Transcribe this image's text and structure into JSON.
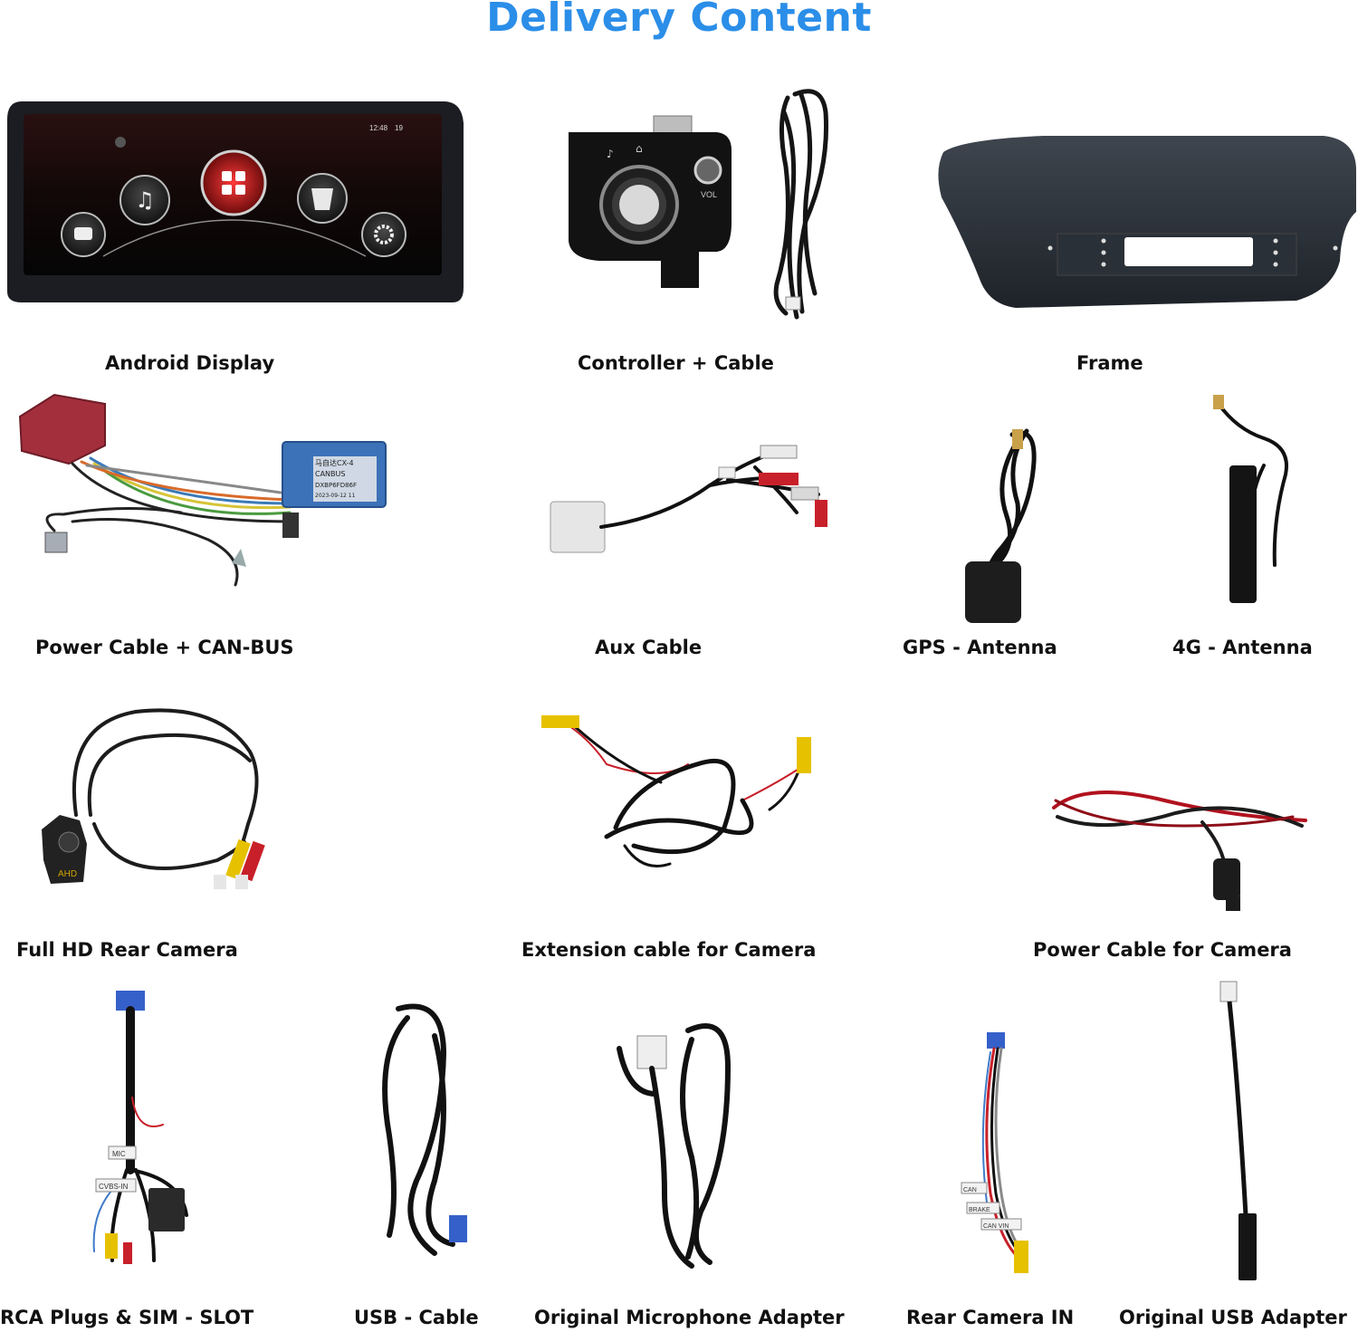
{
  "title": "Delivery Content",
  "display_status": {
    "time": "12:48",
    "volume": "19"
  },
  "controller": {
    "vol_label": "VOL"
  },
  "canbus_box": {
    "line1": "马自达CX-4",
    "line2": "CANBUS",
    "line3": "DXBP6FD86F",
    "line4": "2023-09-12 11"
  },
  "camera_badge": "AHD",
  "cable_tags": {
    "mic": "MIC",
    "cvbs": "CVBS-IN",
    "can": "CAN",
    "brake": "BRAKE",
    "canvin": "CAN VIN"
  },
  "items": {
    "android_display": "Android Display",
    "controller_cable": "Controller + Cable",
    "frame": "Frame",
    "power_canbus": "Power Cable + CAN-BUS",
    "aux_cable": "Aux Cable",
    "gps_antenna": "GPS - Antenna",
    "lte_antenna": "4G - Antenna",
    "rear_camera": "Full HD Rear Camera",
    "extension_cable": "Extension cable for Camera",
    "camera_power_cable": "Power Cable for Camera",
    "rca_sim": "RCA Plugs & SIM - SLOT",
    "usb_cable": "USB - Cable",
    "mic_adapter": "Original Microphone Adapter",
    "rear_camera_in": "Rear Camera IN",
    "usb_adapter": "Original USB Adapter"
  }
}
